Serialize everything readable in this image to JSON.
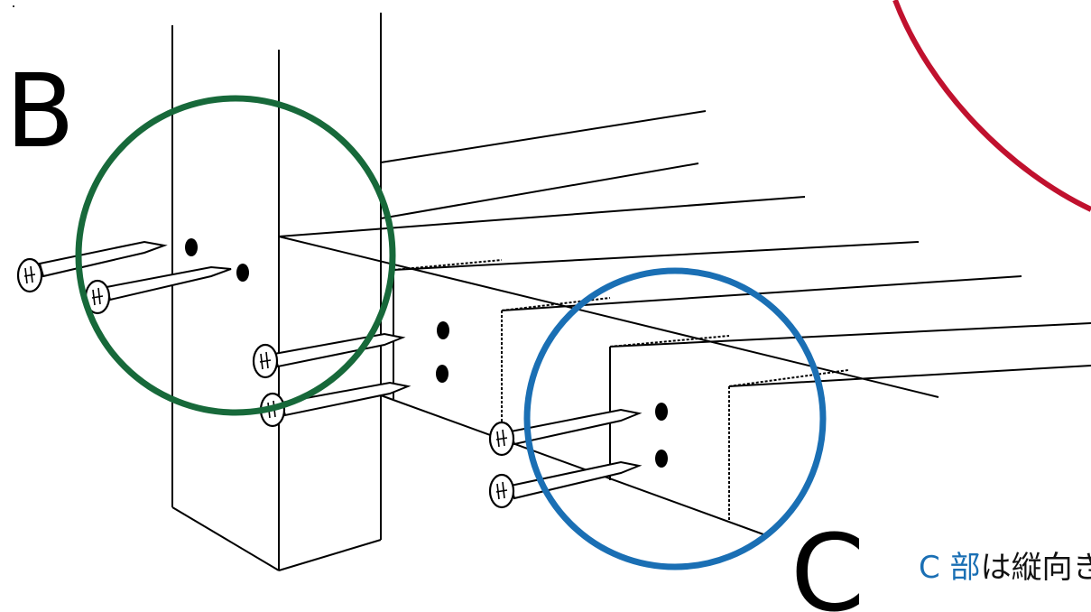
{
  "labels": {
    "b": "B",
    "c": "C"
  },
  "caption": {
    "prefix": "C 部",
    "rest": "は縦向き"
  },
  "colors": {
    "circle_b": "#17693a",
    "circle_c": "#1a6fb4",
    "circle_red": "#c0112e",
    "line": "#000000",
    "caption_accent": "#1a6fb4"
  },
  "icons": {
    "nail": "nail-icon",
    "hole": "hole-icon"
  }
}
